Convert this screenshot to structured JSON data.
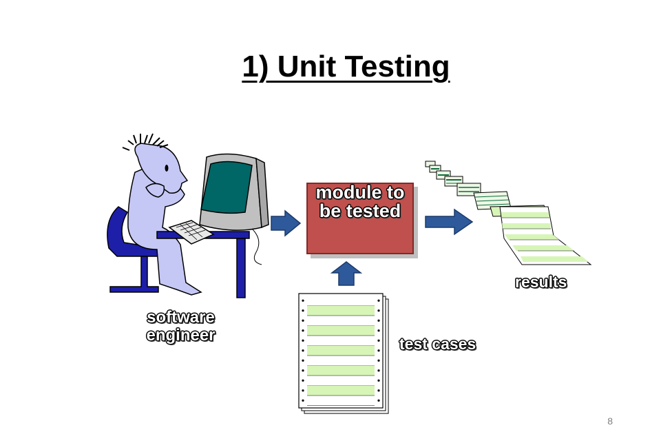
{
  "slide": {
    "title": "1) Unit Testing",
    "page_number": "8"
  },
  "diagram": {
    "engineer_label": "software engineer",
    "module_label": "module to be tested",
    "results_label": "results",
    "test_cases_label": "test cases"
  },
  "colors": {
    "module_fill": "#c0504d",
    "arrow_fill": "#2e5a9b",
    "figure_fill": "#c5c8f5",
    "chair_fill": "#1d1fa8",
    "screen_fill": "#006666",
    "sheet_stripe": "#d8f5b8"
  }
}
